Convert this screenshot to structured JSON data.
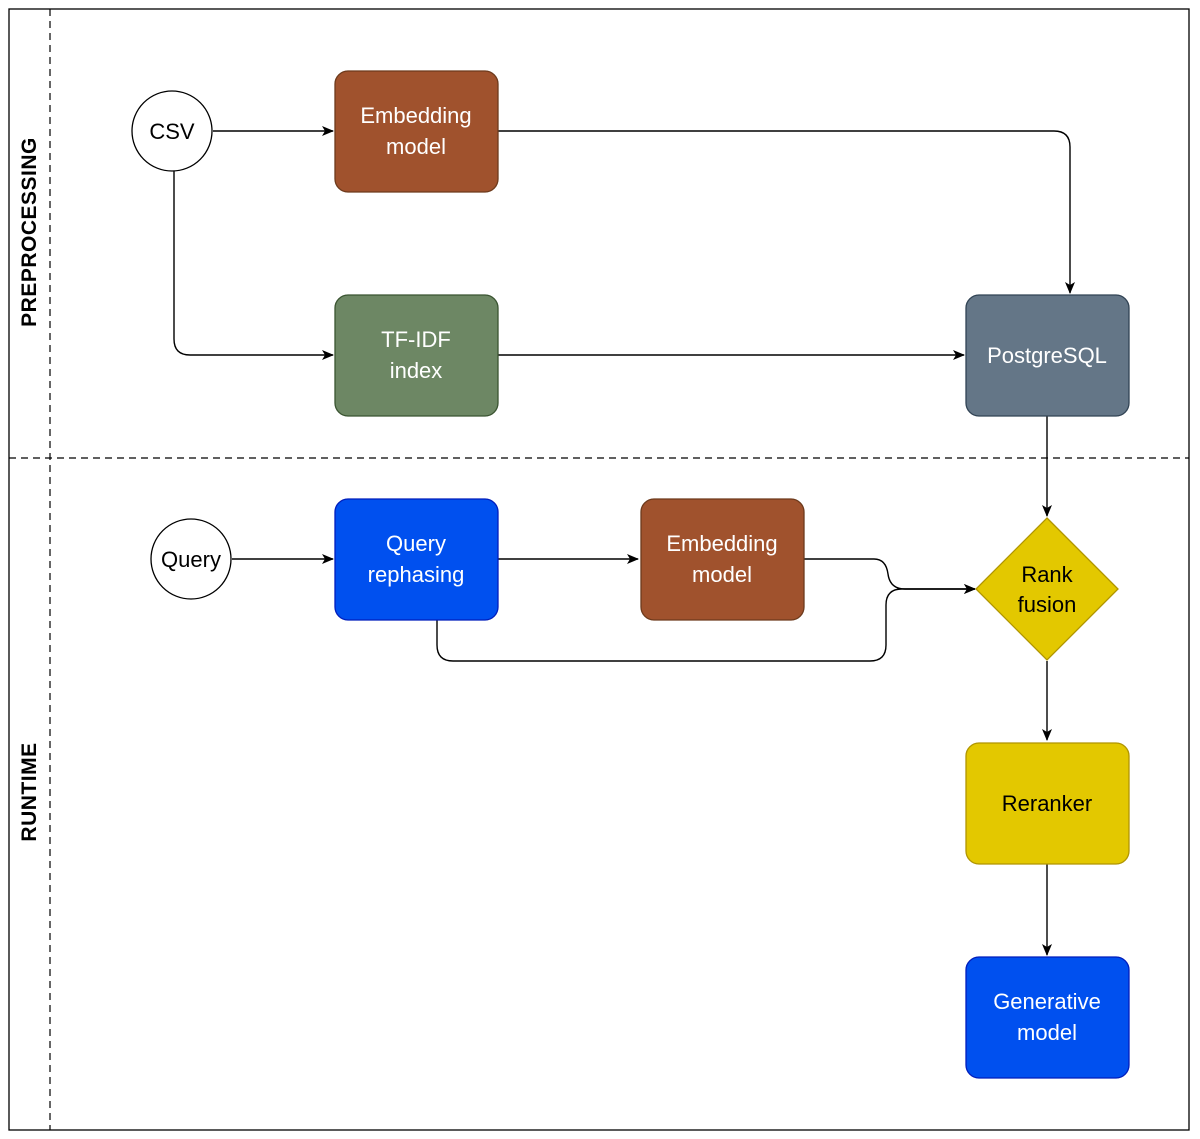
{
  "lanes": [
    {
      "id": "preprocessing",
      "label": "PREPROCESSING"
    },
    {
      "id": "runtime",
      "label": "RUNTIME"
    }
  ],
  "nodes": {
    "csv": {
      "line1": "CSV",
      "line2": "",
      "fill": "#ffffff",
      "text": "#000000"
    },
    "embedding_model_pre": {
      "line1": "Embedding",
      "line2": "model",
      "fill": "#a0522d",
      "text": "#ffffff"
    },
    "tfidf_index": {
      "line1": "TF-IDF",
      "line2": "index",
      "fill": "#6d8764",
      "text": "#ffffff"
    },
    "postgresql": {
      "line1": "PostgreSQL",
      "line2": "",
      "fill": "#647687",
      "text": "#ffffff"
    },
    "query": {
      "line1": "Query",
      "line2": "",
      "fill": "#ffffff",
      "text": "#000000"
    },
    "query_rephasing": {
      "line1": "Query",
      "line2": "rephasing",
      "fill": "#0050ef",
      "text": "#ffffff"
    },
    "embedding_model_rt": {
      "line1": "Embedding",
      "line2": "model",
      "fill": "#a0522d",
      "text": "#ffffff"
    },
    "rank_fusion": {
      "line1": "Rank",
      "line2": "fusion",
      "fill": "#e3c800",
      "text": "#000000"
    },
    "reranker": {
      "line1": "Reranker",
      "line2": "",
      "fill": "#e3c800",
      "text": "#000000"
    },
    "generative_model": {
      "line1": "Generative",
      "line2": "model",
      "fill": "#0050ef",
      "text": "#ffffff"
    }
  },
  "edges": [
    {
      "from": "csv",
      "to": "embedding_model_pre"
    },
    {
      "from": "csv",
      "to": "tfidf_index"
    },
    {
      "from": "embedding_model_pre",
      "to": "postgresql"
    },
    {
      "from": "tfidf_index",
      "to": "postgresql"
    },
    {
      "from": "postgresql",
      "to": "rank_fusion"
    },
    {
      "from": "query",
      "to": "query_rephasing"
    },
    {
      "from": "query_rephasing",
      "to": "embedding_model_rt"
    },
    {
      "from": "embedding_model_rt",
      "to": "rank_fusion"
    },
    {
      "from": "query_rephasing",
      "to": "rank_fusion"
    },
    {
      "from": "rank_fusion",
      "to": "reranker"
    },
    {
      "from": "reranker",
      "to": "generative_model"
    }
  ],
  "colors": {
    "stroke": "#000000",
    "box_border": "#3a3a3a"
  }
}
